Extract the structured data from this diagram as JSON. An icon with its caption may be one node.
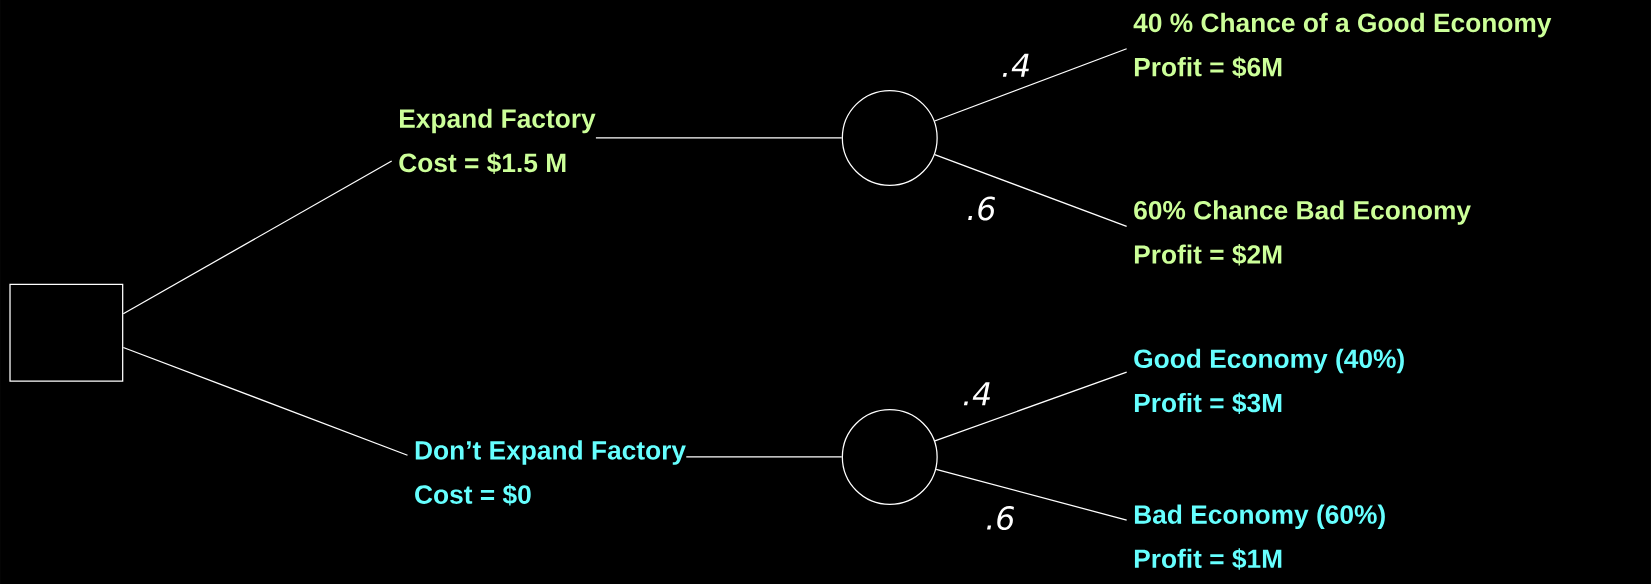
{
  "diagram": {
    "nodes": [
      {
        "text": [],
        "shape": "box"
      },
      {
        "text": [
          "Expand Factory",
          "Cost = $1.5 M"
        ]
      },
      {
        "text": [],
        "shape": "circle"
      },
      {
        "text": [
          "40 % Chance of a Good Economy",
          "Profit = $6M"
        ]
      },
      {
        "text": [
          "60% Chance Bad Economy",
          "Profit = $2M"
        ]
      },
      {
        "text": [
          "Don’t Expand Factory",
          "Cost = $0"
        ]
      },
      {
        "text": [],
        "shape": "circle"
      },
      {
        "text": [
          "Good Economy (40%)",
          "Profit = $3M"
        ]
      },
      {
        "text": [
          "Bad Economy (60%)",
          "Profit = $1M"
        ]
      }
    ],
    "edges": [
      {
        "from": 0,
        "to": 1,
        "arrow": "none"
      },
      {
        "from": 1,
        "to": 2,
        "arrow": "none"
      },
      {
        "from": 2,
        "to": 3,
        "label": ".4",
        "arrow": "none"
      },
      {
        "from": 2,
        "to": 4,
        "label": ".6",
        "arrow": "none"
      },
      {
        "from": 0,
        "to": 5,
        "arrow": "none"
      },
      {
        "from": 5,
        "to": 6,
        "arrow": "none"
      },
      {
        "from": 6,
        "to": 7,
        "label": ".4",
        "arrow": "none"
      },
      {
        "from": 6,
        "to": 8,
        "label": ".6",
        "arrow": "none"
      }
    ]
  }
}
